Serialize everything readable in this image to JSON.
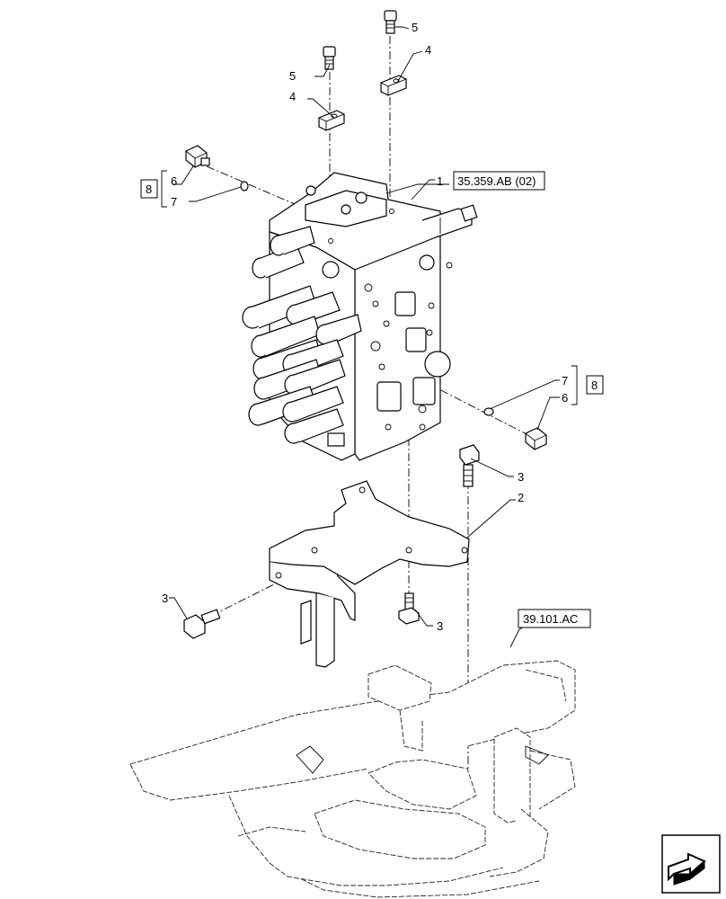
{
  "callouts": {
    "c1": "1",
    "c2": "2",
    "c3a": "3",
    "c3b": "3",
    "c3c": "3",
    "c4a": "4",
    "c4b": "4",
    "c5a": "5",
    "c5b": "5",
    "c6a": "6",
    "c6b": "6",
    "c7a": "7",
    "c7b": "7",
    "c8a": "8",
    "c8b": "8"
  },
  "references": {
    "valve_ref": "35.359.AB (02)",
    "frame_ref": "39.101.AC"
  },
  "icons": {
    "nav": "next-page-arrow-icon"
  }
}
